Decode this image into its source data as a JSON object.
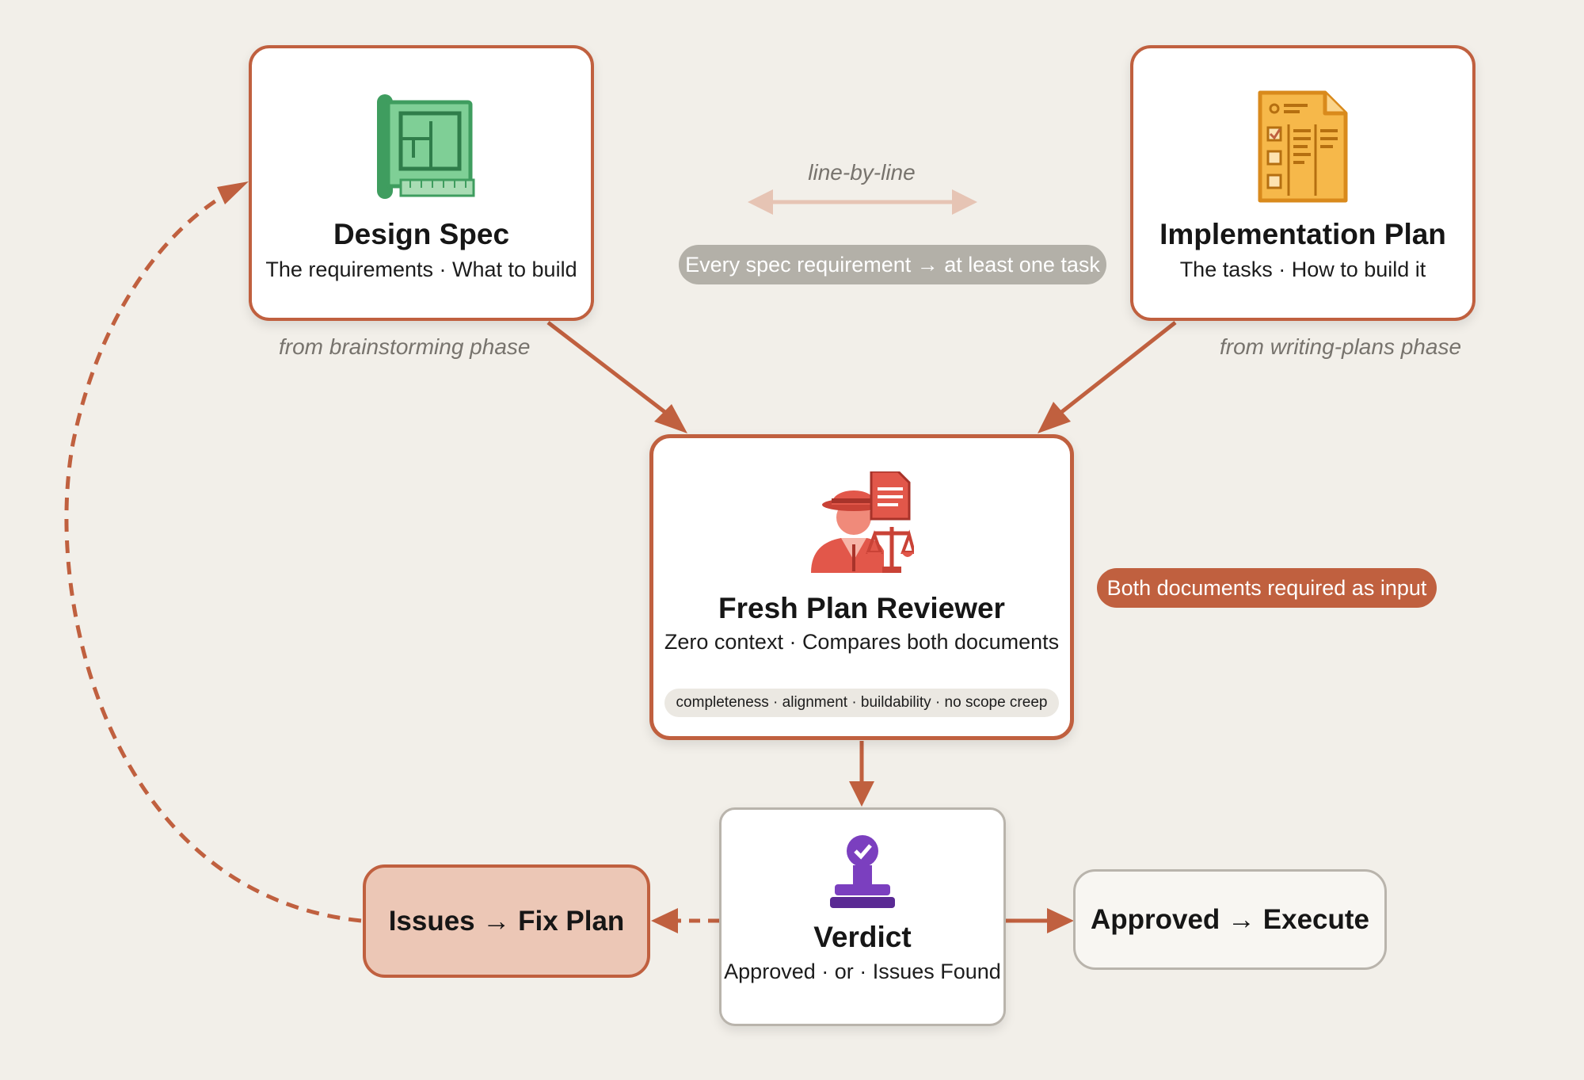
{
  "design_spec": {
    "title": "Design Spec",
    "subtitle": "The requirements · What to build",
    "note": "from brainstorming phase",
    "icon": "blueprint-icon"
  },
  "implementation_plan": {
    "title": "Implementation Plan",
    "subtitle": "The tasks · How to build it",
    "note": "from writing-plans phase",
    "icon": "checklist-document-icon"
  },
  "link": {
    "label": "line-by-line",
    "pill": "Every spec requirement → at least one task"
  },
  "reviewer": {
    "title": "Fresh Plan Reviewer",
    "subtitle": "Zero context · Compares both documents",
    "criteria": "completeness · alignment · buildability · no scope creep",
    "badge": "Both documents required as input",
    "icon": "detective-reviewer-icon"
  },
  "verdict": {
    "title": "Verdict",
    "subtitle": "Approved · or · Issues Found",
    "icon": "approval-stamp-icon"
  },
  "issues": {
    "label": "Issues → Fix Plan"
  },
  "approved": {
    "label": "Approved → Execute"
  },
  "colors": {
    "accent": "#c0603f",
    "background": "#f2efe9",
    "spec_green": "#4caf6e",
    "plan_orange": "#f0a830",
    "reviewer_red": "#e2574a",
    "verdict_purple": "#7b3fbf",
    "issues_fill": "#ecc7b6",
    "pill_gray": "#b3b0a8"
  }
}
